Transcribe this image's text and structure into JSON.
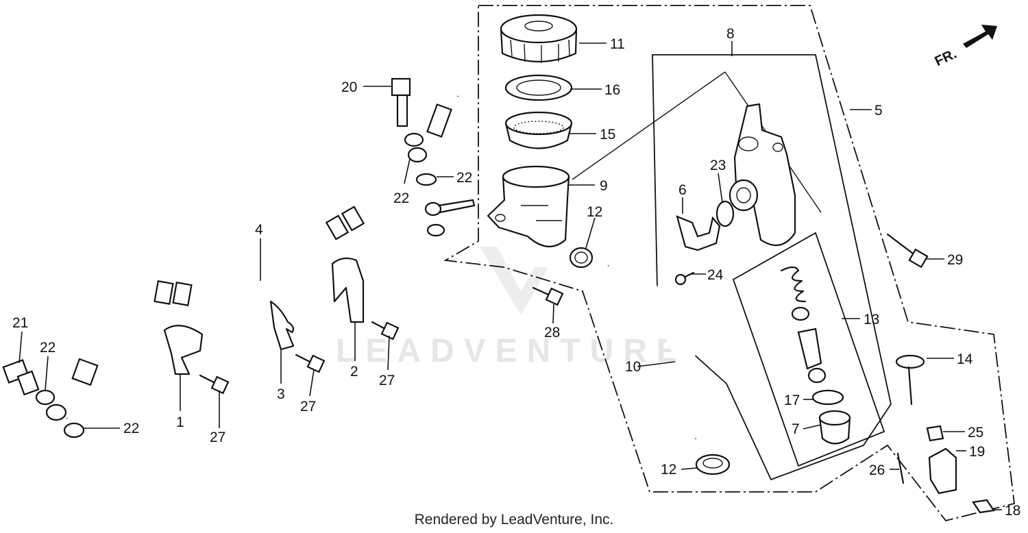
{
  "watermark": "LEADVENTURE",
  "footer": "Rendered by LeadVenture, Inc.",
  "direction_label": "FR.",
  "callouts": {
    "c1": "1",
    "c2": "2",
    "c3": "3",
    "c4": "4",
    "c5": "5",
    "c6": "6",
    "c7": "7",
    "c8": "8",
    "c9": "9",
    "c10": "10",
    "c11": "11",
    "c12a": "12",
    "c12b": "12",
    "c13": "13",
    "c14": "14",
    "c15": "15",
    "c16": "16",
    "c17": "17",
    "c18": "18",
    "c19": "19",
    "c20": "20",
    "c21": "21",
    "c22a": "22",
    "c22b": "22",
    "c22c": "22",
    "c22d": "22",
    "c23": "23",
    "c24": "24",
    "c25": "25",
    "c26": "26",
    "c27a": "27",
    "c27b": "27",
    "c27c": "27",
    "c28": "28",
    "c29": "29"
  }
}
